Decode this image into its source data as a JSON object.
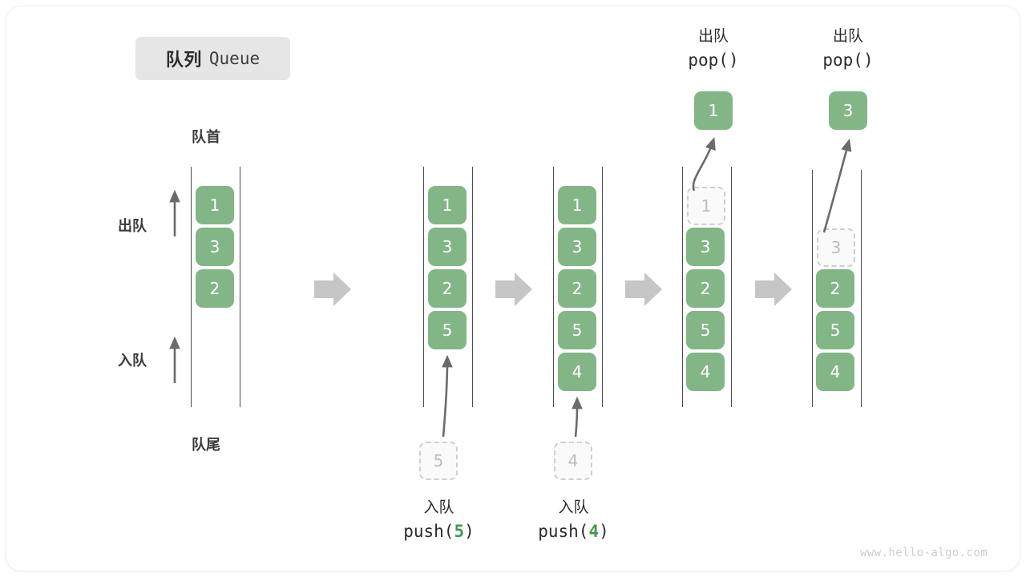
{
  "title": {
    "cn": "队列",
    "en": "Queue"
  },
  "labels": {
    "front": "队首",
    "rear": "队尾",
    "dequeue": "出队",
    "enqueue": "入队"
  },
  "watermark": "www.hello-algo.com",
  "colors": {
    "element": "#82b687",
    "ghost_fill": "#fafafa",
    "ghost_border": "#cfcfcf",
    "rail": "#4c4c4c",
    "step_arrow": "#c6c6c6",
    "accent_number": "#3f9a52",
    "chip_bg": "#e6e6e6",
    "text": "#2b2b2b"
  },
  "stages": [
    {
      "name": "initial",
      "elements": [
        "1",
        "3",
        "2"
      ],
      "ghost": null,
      "caption": null
    },
    {
      "name": "push-5",
      "elements": [
        "1",
        "3",
        "2",
        "5"
      ],
      "ghost": {
        "value": "5",
        "position": "below"
      },
      "caption": {
        "cn": "入队",
        "code_prefix": "push(",
        "code_num": "5",
        "code_suffix": ")"
      }
    },
    {
      "name": "push-4",
      "elements": [
        "1",
        "3",
        "2",
        "5",
        "4"
      ],
      "ghost": {
        "value": "4",
        "position": "below"
      },
      "caption": {
        "cn": "入队",
        "code_prefix": "push(",
        "code_num": "4",
        "code_suffix": ")"
      }
    },
    {
      "name": "pop-1",
      "elements": [
        "3",
        "2",
        "5",
        "4"
      ],
      "ghost": {
        "value": "1",
        "position": "inside-top"
      },
      "popped": "1",
      "caption": {
        "cn": "出队",
        "code_prefix": "pop(",
        "code_num": "",
        "code_suffix": ")"
      }
    },
    {
      "name": "pop-3",
      "elements": [
        "2",
        "5",
        "4"
      ],
      "ghost": {
        "value": "3",
        "position": "inside-top"
      },
      "popped": "3",
      "caption": {
        "cn": "出队",
        "code_prefix": "pop(",
        "code_num": "",
        "code_suffix": ")"
      }
    }
  ],
  "step_arrows": [
    {
      "index": 0
    },
    {
      "index": 1
    },
    {
      "index": 2
    },
    {
      "index": 3
    }
  ]
}
